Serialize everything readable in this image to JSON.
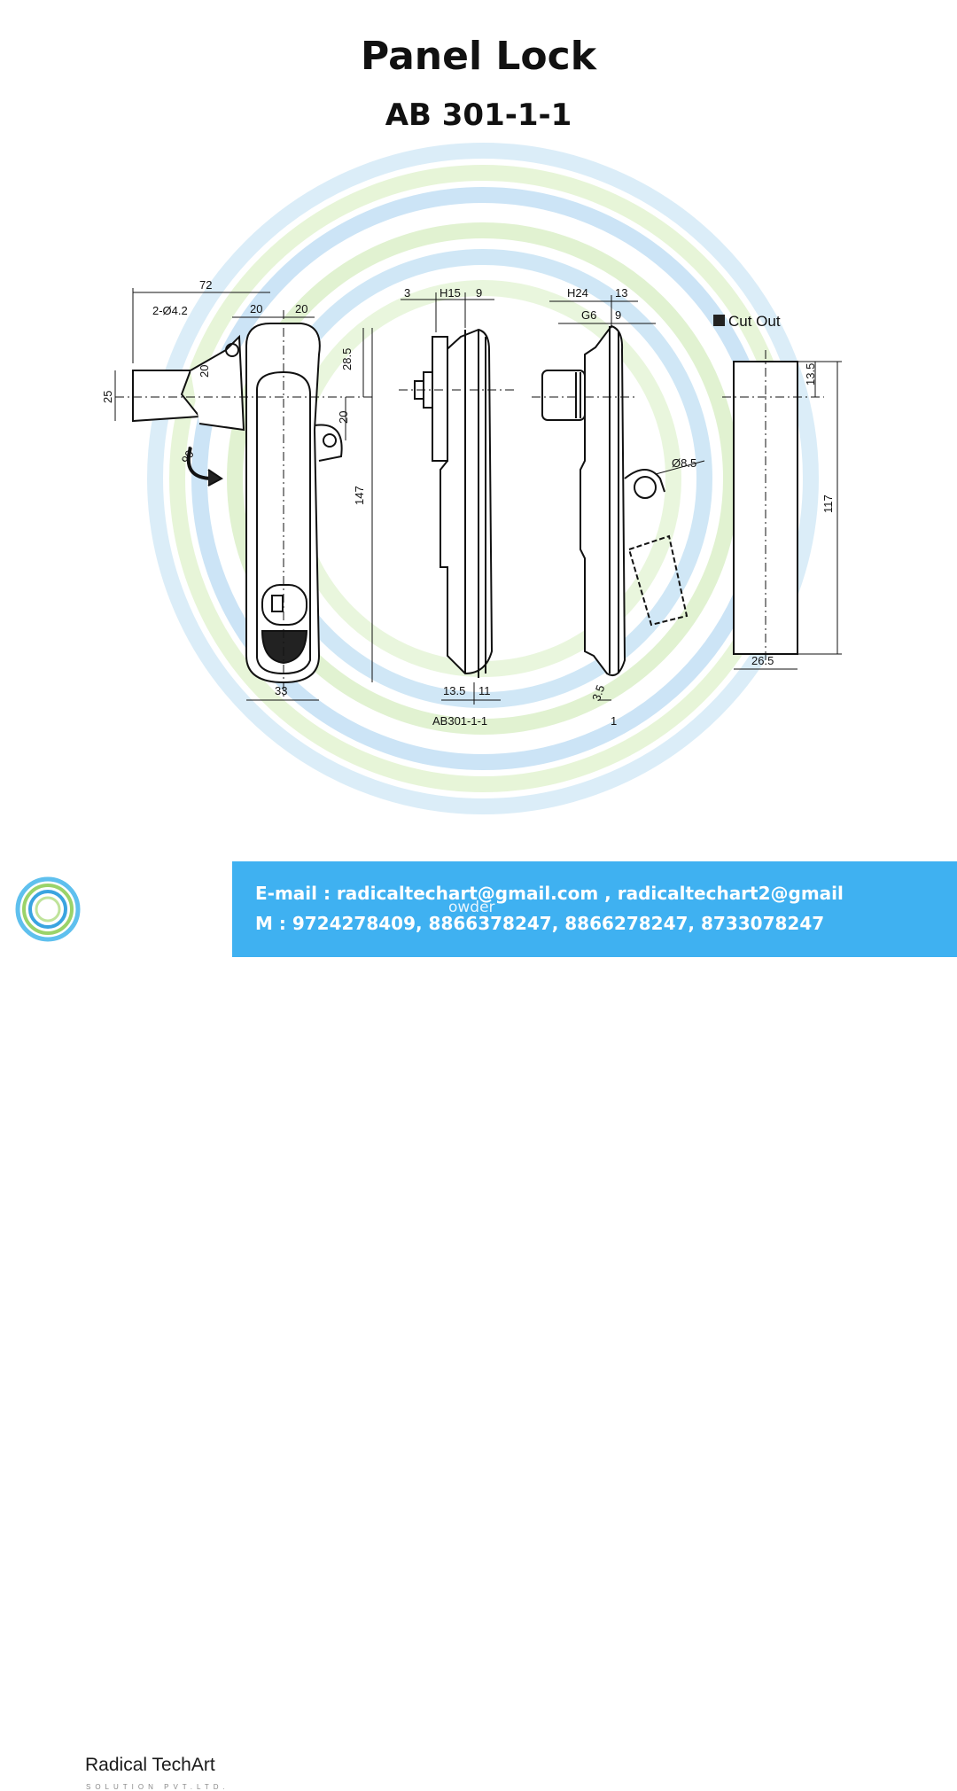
{
  "header": {
    "title": "Panel Lock",
    "subtitle": "AB 301-1-1"
  },
  "colors": {
    "contact_bar": "#3fb1f1",
    "ring_blue": "#b9dcf2",
    "ring_green": "#d9efc2",
    "line": "#111111"
  },
  "drawing": {
    "front_view": {
      "dim_top_width": "72",
      "dim_hole": "2-Ø4.2",
      "dim_upper_left": "20",
      "dim_upper_right": "20",
      "dim_handle_height": "25",
      "dim_pivot": "20",
      "dim_top_offset": "28.5",
      "dim_right_lower": "20",
      "dim_rotation": "90°",
      "dim_total_height": "147",
      "dim_bottom_width": "33"
    },
    "side_view_left": {
      "dim_3": "3",
      "dim_h15": "H15",
      "dim_9": "9",
      "dim_13_5": "13.5",
      "dim_11": "11",
      "label": "AB301-1-1"
    },
    "side_view_right": {
      "dim_h24": "H24",
      "dim_13": "13",
      "dim_g6": "G6",
      "dim_9": "9",
      "dim_hole": "Ø8.5",
      "dim_3_5": "3.5",
      "label": "1"
    },
    "cut_out": {
      "label": "Cut Out",
      "dim_top": "13.5",
      "dim_height": "117",
      "dim_width": "26.5"
    }
  },
  "footer": {
    "brand_name": "Radical TechArt",
    "brand_tagline": "SOLUTION PVT.LTD.",
    "email_line": "E-mail : radicaltechart@gmail.com , radicaltechart2@gmail",
    "mobile_line": "M : 9724278409, 8866378247, 8866278247, 8733078247",
    "overlay_text": "owder"
  }
}
